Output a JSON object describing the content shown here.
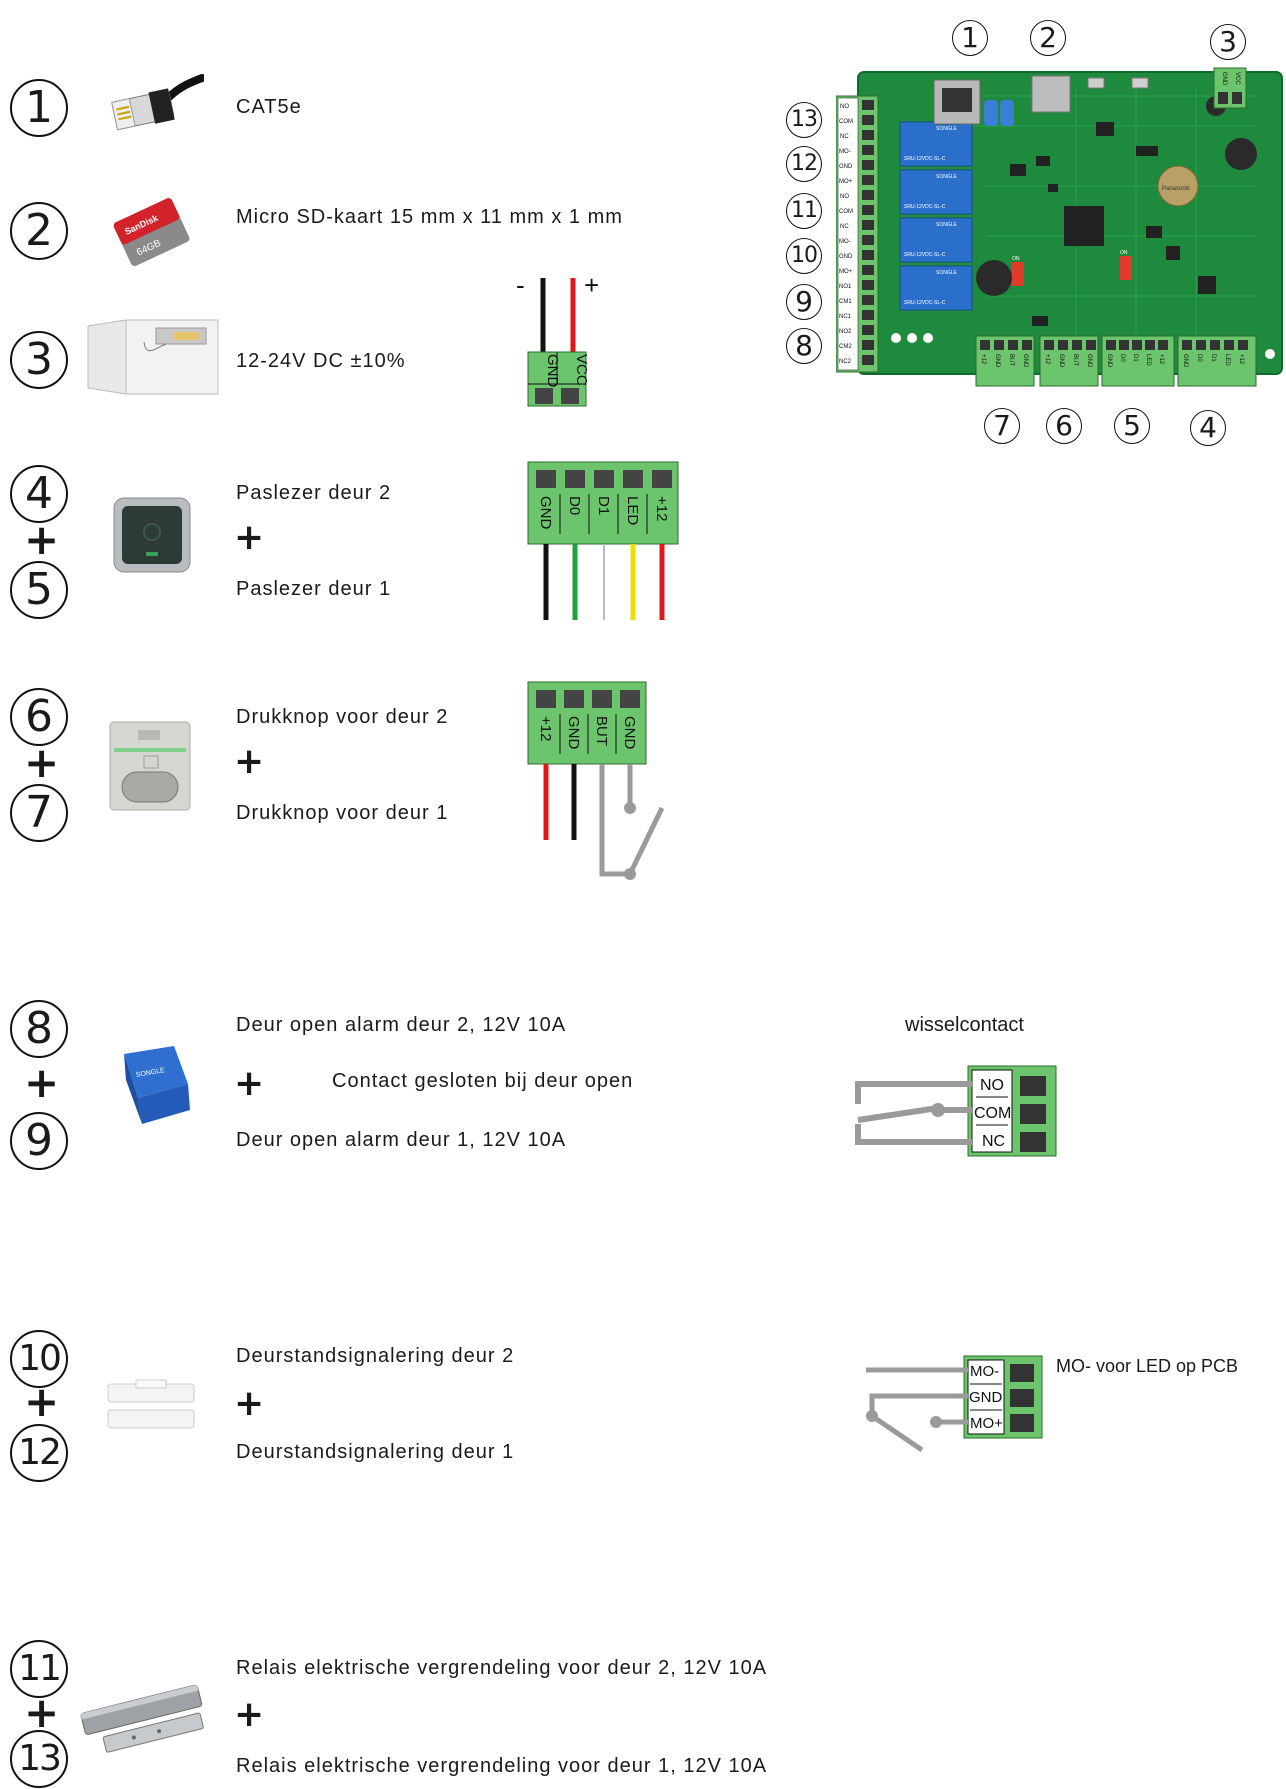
{
  "rows": {
    "r1": {
      "badge": "1",
      "text": "CAT5e",
      "icon": "ethernet-cable-icon"
    },
    "r2": {
      "badge": "2",
      "text": "Micro SD-kaart 15 mm x 11 mm x 1 mm",
      "icon": "micro-sd-card-icon"
    },
    "r3": {
      "badge": "3",
      "text": "12-24V DC ±10%",
      "icon": "power-supply-box-icon"
    },
    "r45": {
      "badge_top": "4",
      "badge_bottom": "5",
      "plus": "+",
      "text_top": "Paslezer deur 2",
      "text_bottom": "Paslezer deur 1",
      "icon": "card-reader-icon"
    },
    "r67": {
      "badge_top": "6",
      "badge_bottom": "7",
      "plus": "+",
      "text_top": "Drukknop voor deur 2",
      "text_bottom": "Drukknop voor deur 1",
      "icon": "push-button-icon"
    },
    "r89": {
      "badge_top": "8",
      "badge_bottom": "9",
      "plus": "+",
      "text_top": "Deur open alarm deur 2, 12V 10A",
      "text_mid": "Contact gesloten bij deur open",
      "text_bottom": "Deur open alarm deur 1, 12V 10A",
      "icon": "relay-icon"
    },
    "r1012": {
      "badge_top": "10",
      "badge_bottom": "12",
      "plus": "+",
      "text_top": "Deurstandsignalering deur 2",
      "text_bottom": "Deurstandsignalering deur 1",
      "icon": "door-contact-icon"
    },
    "r1113": {
      "badge_top": "11",
      "badge_bottom": "13",
      "plus": "+",
      "text_top": "Relais elektrische vergrendeling voor deur 2, 12V 10A",
      "text_bottom": "Relais elektrische vergrendeling voor deur 1, 12V 10A",
      "icon": "magnetic-lock-icon"
    }
  },
  "connectors": {
    "power": {
      "minus": "-",
      "plus": "+",
      "pins": [
        "GND",
        "VCC"
      ]
    },
    "reader": {
      "pins": [
        "GND",
        "D0",
        "D1",
        "LED",
        "+12"
      ],
      "wire_colors": [
        "#111111",
        "#1aa33a",
        "#cccccc",
        "#e8e000",
        "#e0161a"
      ]
    },
    "button": {
      "pins": [
        "+12",
        "GND",
        "BUT",
        "GND"
      ],
      "wire_colors": [
        "#e0161a",
        "#111111",
        "#9a9a9a",
        "#9a9a9a"
      ]
    },
    "relay": {
      "title": "wisselcontact",
      "pins": [
        "NO",
        "COM",
        "NC"
      ]
    },
    "door": {
      "note": "MO- voor LED op PCB",
      "pins": [
        "MO-",
        "GND",
        "MO+"
      ]
    }
  },
  "pcb": {
    "top_badges": [
      "1",
      "2",
      "3"
    ],
    "left_badges": [
      "13",
      "12",
      "11",
      "10",
      "9",
      "8"
    ],
    "bottom_badges": [
      "7",
      "6",
      "5",
      "4"
    ],
    "left_terminals": [
      "NO",
      "COM",
      "NC",
      "MO-",
      "GND",
      "MO+",
      "NO",
      "COM",
      "NC",
      "MO-",
      "GND",
      "MO+",
      "NO1",
      "CM1",
      "NC1",
      "NO2",
      "CM2",
      "NC2"
    ],
    "bottom_terminal_groups": [
      [
        "+12",
        "GND",
        "BUT",
        "GND"
      ],
      [
        "+12",
        "GND",
        "BUT",
        "GND"
      ],
      [
        "GND",
        "D0",
        "D1",
        "LED",
        "+12"
      ],
      [
        "GND",
        "D0",
        "D1",
        "LED",
        "+12"
      ]
    ],
    "top_right_terminal": [
      "GND",
      "VCC"
    ],
    "relay_labels": [
      "SONGLE",
      "SONGLE",
      "SONGLE",
      "SONGLE"
    ],
    "relay_text": "SRU-12VDC-SL-C",
    "battery_label": "Panasonic",
    "dip_label": "ON"
  },
  "colors": {
    "pcb_green": "#1e8a3e",
    "terminal_green": "#6cc46c",
    "relay_blue": "#2a6fc9"
  }
}
